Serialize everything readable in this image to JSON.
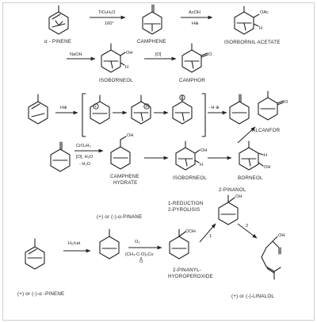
{
  "border_color": "#cfcfcf",
  "ink_color": "#222222",
  "row1": {
    "alpha_pinene": "α - PINENE",
    "reagent1_top": "TiO₂H₂O",
    "reagent1_bot": "160°",
    "camphene": "CAMPHENE",
    "reagent2_top": "AcOH",
    "reagent2_bot": "H⊕",
    "isobornil_acetate": "ISORBORNIL ACETATE",
    "oac": "OAc",
    "h": "H"
  },
  "row2": {
    "naoh": "NaOH",
    "isoborneol": "ISOBORNEOL",
    "oxid": "[O]",
    "camphor": "CAMPHOR",
    "oh": "OH",
    "h": "H",
    "o": "O"
  },
  "row3": {
    "h_plus": "H⊕",
    "minus_h": "- H ⊕",
    "alcanfor": "ALCANFOR",
    "o": "O"
  },
  "row4": {
    "reagent_top": "CrO₄H₂",
    "reagent_mid": "[O], H₃O",
    "reagent_bot": "- H₂O",
    "camphene_hydrate_1": "CAMPHENE",
    "camphene_hydrate_2": "HYDRATE",
    "isoborneol": "ISOBORNEOL",
    "borneol": "BORNEOL",
    "oh": "OH",
    "h": "H"
  },
  "row5": {
    "pinanol": "2-PINANOL",
    "step1": "1-REDUCTION",
    "step2": "2-PYROLISIS",
    "pinane": "(+) or (-)-α-PINANE",
    "h2cat": "H₂/cat",
    "o2": "O₂",
    "catalyst": "(CH₃-C-O)₂Co",
    "cat_o": "O",
    "ooh": "OOH",
    "oh": "OH",
    "hydroperoxide_1": "2-PINANYL-",
    "hydroperoxide_2": "HYDROPEROXIDE",
    "alpha_pinene": "(+) or (-)-α -PINENE",
    "linalol": "(+) or (-)-LINALOL",
    "num1": "1",
    "num2": "2"
  }
}
